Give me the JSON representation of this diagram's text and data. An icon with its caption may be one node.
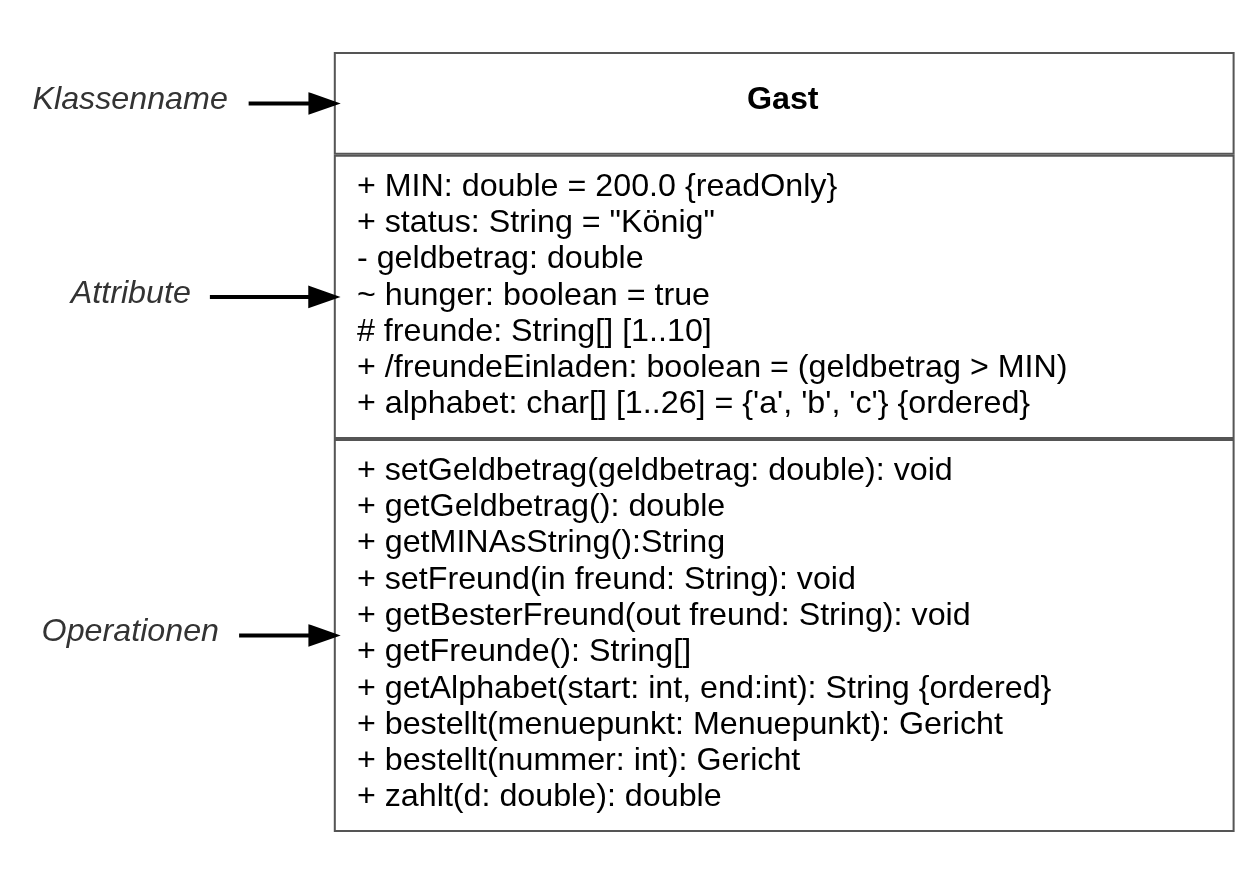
{
  "diagram": {
    "nodes": [
      {
        "text": [
          "Klassenname"
        ]
      },
      {
        "text": [
          "Gast"
        ]
      },
      {
        "text": [
          "Attribute"
        ]
      },
      {
        "text": [
          "+ MIN: double = 200.0 {readOnly}",
          "+ status: String = \"König\"",
          "- geldbetrag: double",
          "~ hunger: boolean = true",
          "# freunde: String[] [1..10]",
          "+ /freundeEinladen: boolean = (geldbetrag > MIN)",
          "+ alphabet: char[] [1..26] = {'a', 'b', 'c'} {ordered}"
        ]
      },
      {
        "text": [
          "Operationen"
        ]
      },
      {
        "text": [
          "+ setGeldbetrag(geldbetrag: double): void",
          "+ getGeldbetrag(): double",
          "+ getMINAsString():String",
          "+ setFreund(in freund: String): void",
          "+ getBesterFreund(out freund: String): void",
          "+ getFreunde(): String[]",
          "+ getAlphabet(start: int, end:int): String {ordered}",
          "+ bestellt(menuepunkt: Menuepunkt): Gericht",
          "+ bestellt(nummer: int): Gericht",
          "+ zahlt(d: double): double"
        ]
      }
    ],
    "edges": [
      {
        "from": 0,
        "to": 1,
        "arrow": "to"
      },
      {
        "from": 2,
        "to": 3,
        "arrow": "to"
      },
      {
        "from": 4,
        "to": 5,
        "arrow": "to"
      }
    ]
  }
}
